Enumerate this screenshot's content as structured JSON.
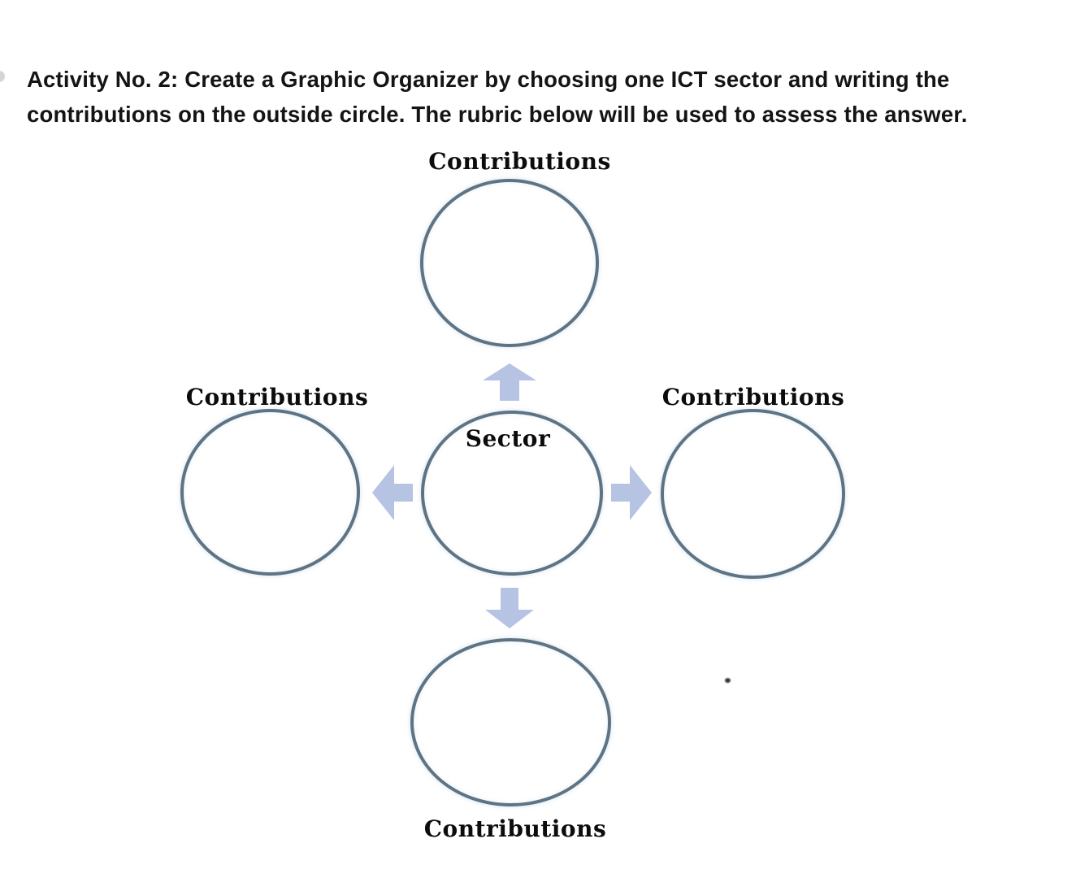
{
  "heading": {
    "line1": "Activity No. 2: Create a Graphic Organizer by choosing one ICT sector and writing the",
    "line2": "contributions on the outside circle. The rubric below will be used to assess the answer."
  },
  "diagram": {
    "center_label": "Sector",
    "nodes": {
      "top": {
        "label": "Contributions"
      },
      "left": {
        "label": "Contributions"
      },
      "right": {
        "label": "Contributions"
      },
      "bottom": {
        "label": "Contributions"
      }
    },
    "colors": {
      "circle_border": "#5e7484",
      "arrow_fill": "#b6c3e3",
      "label_text": "#0c0c0c",
      "heading_text": "#141414"
    }
  }
}
